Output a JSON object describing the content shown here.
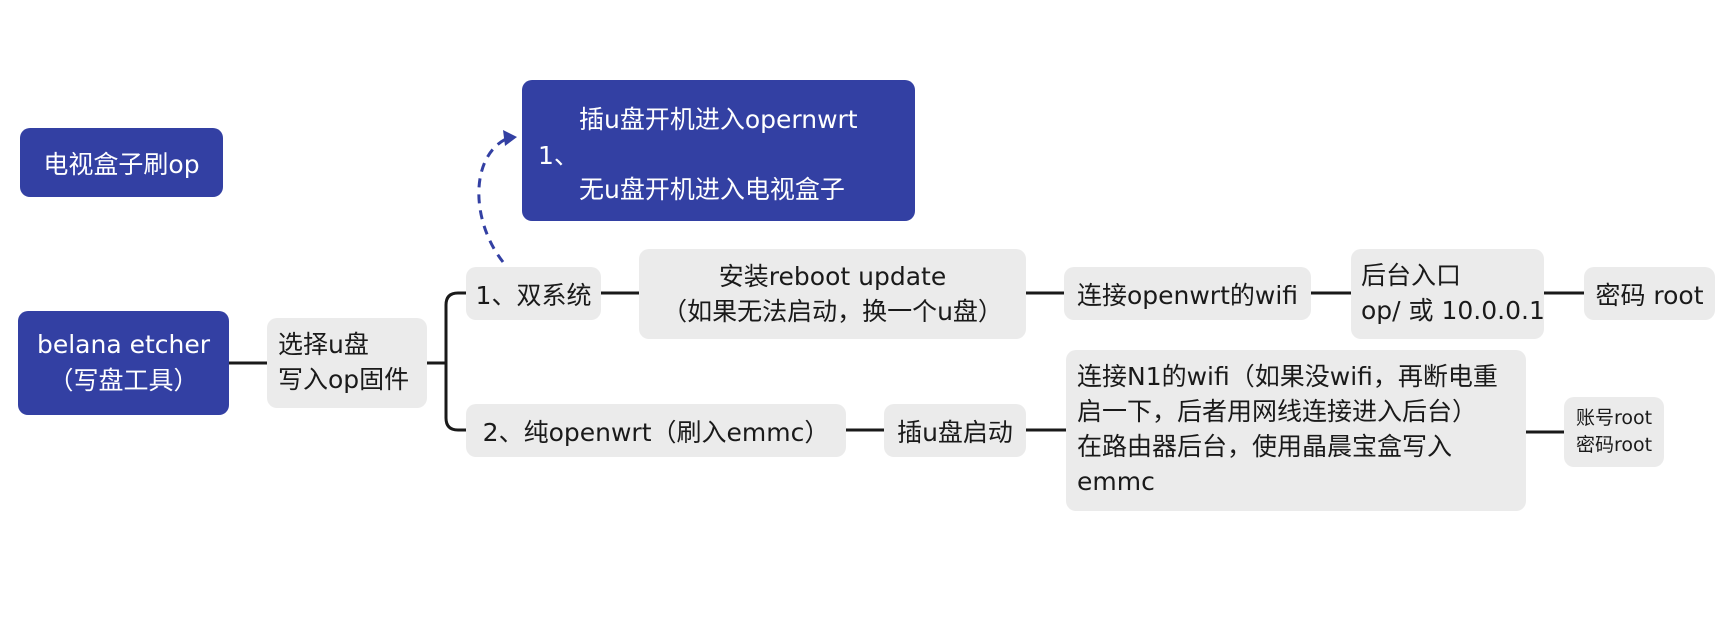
{
  "diagram": {
    "title": "电视盒子刷op",
    "root": {
      "lines": [
        "belana etcher",
        "（写盘工具）"
      ]
    },
    "select": {
      "lines": [
        "选择u盘",
        "写入op固件"
      ]
    },
    "dual": {
      "label": "1、双系统"
    },
    "boot_note": {
      "num": "1、",
      "line1": "插u盘开机进入opernwrt",
      "line2": "无u盘开机进入电视盒子"
    },
    "install": {
      "lines": [
        "安装reboot update",
        "（如果无法启动，换一个u盘）"
      ]
    },
    "wifi": {
      "label": "连接openwrt的wifi"
    },
    "backend": {
      "lines": [
        "后台入口",
        "op/ 或 10.0.0.1"
      ]
    },
    "password": {
      "label": "密码 root"
    },
    "pure": {
      "label": "2、纯openwrt（刷入emmc）"
    },
    "usb_boot": {
      "label": "插u盘启动"
    },
    "n1": {
      "lines": [
        "连接N1的wifi（如果没wifi，再断电重",
        "启一下，后者用网线连接进入后台）",
        "在路由器后台，使用晶晨宝盒写入",
        "emmc"
      ]
    },
    "account": {
      "lines": [
        "账号root",
        "密码root"
      ]
    },
    "colors": {
      "node_blue": "#3340a3",
      "node_grey": "#ebebeb",
      "edge": "#1a1a1a",
      "dashed_arrow": "#3340a3"
    }
  }
}
